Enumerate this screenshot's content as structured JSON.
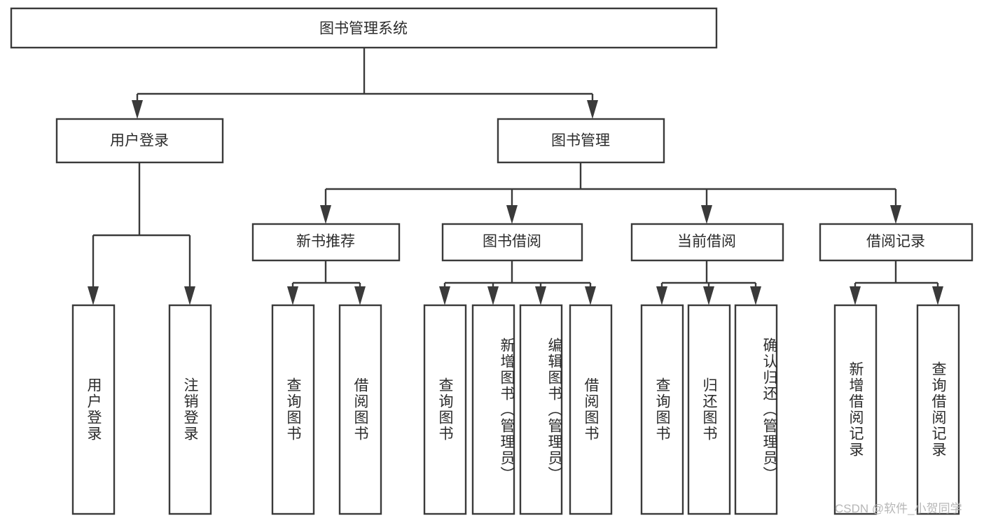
{
  "diagram": {
    "title_text": "图书管理系统",
    "type": "tree",
    "root": {
      "id": "root",
      "label": "图书管理系统",
      "orientation": "horizontal"
    },
    "level1": [
      {
        "id": "user-login",
        "label": "用户登录",
        "orientation": "horizontal"
      },
      {
        "id": "book-management",
        "label": "图书管理",
        "orientation": "horizontal"
      }
    ],
    "level2": [
      {
        "id": "new-book-recommend",
        "label": "新书推荐",
        "orientation": "horizontal",
        "parent": "book-management"
      },
      {
        "id": "book-borrow",
        "label": "图书借阅",
        "orientation": "horizontal",
        "parent": "book-management"
      },
      {
        "id": "current-borrow",
        "label": "当前借阅",
        "orientation": "horizontal",
        "parent": "book-management"
      },
      {
        "id": "borrow-record",
        "label": "借阅记录",
        "orientation": "horizontal",
        "parent": "book-management"
      }
    ],
    "leaves": [
      {
        "id": "leaf-user-login",
        "label": "用户登录",
        "parent": "user-login",
        "orientation": "vertical"
      },
      {
        "id": "leaf-logout-login",
        "label": "注销登录",
        "parent": "user-login",
        "orientation": "vertical"
      },
      {
        "id": "leaf-query-book-1",
        "label": "查询图书",
        "parent": "new-book-recommend",
        "orientation": "vertical"
      },
      {
        "id": "leaf-borrow-book-1",
        "label": "借阅图书",
        "parent": "new-book-recommend",
        "orientation": "vertical"
      },
      {
        "id": "leaf-query-book-2",
        "label": "查询图书",
        "parent": "book-borrow",
        "orientation": "vertical"
      },
      {
        "id": "leaf-add-book",
        "label": "新增图书（管理员）",
        "parent": "book-borrow",
        "orientation": "vertical"
      },
      {
        "id": "leaf-edit-book",
        "label": "编辑图书（管理员）",
        "parent": "book-borrow",
        "orientation": "vertical"
      },
      {
        "id": "leaf-borrow-book-2",
        "label": "借阅图书",
        "parent": "book-borrow",
        "orientation": "vertical"
      },
      {
        "id": "leaf-query-book-3",
        "label": "查询图书",
        "parent": "current-borrow",
        "orientation": "vertical"
      },
      {
        "id": "leaf-return-book",
        "label": "归还图书",
        "parent": "current-borrow",
        "orientation": "vertical"
      },
      {
        "id": "leaf-confirm-return",
        "label": "确认归还（管理员）",
        "parent": "current-borrow",
        "orientation": "vertical"
      },
      {
        "id": "leaf-add-borrow-record",
        "label": "新增借阅记录",
        "parent": "borrow-record",
        "orientation": "vertical"
      },
      {
        "id": "leaf-query-borrow-record",
        "label": "查询借阅记录",
        "parent": "borrow-record",
        "orientation": "vertical"
      }
    ],
    "watermark": "CSDN @软件_小贺同学",
    "colors": {
      "stroke": "#3a3a3a",
      "box_fill": "#ffffff",
      "text": "#2b2b2b",
      "background": "#ffffff",
      "watermark": "#b7b7b7"
    }
  }
}
